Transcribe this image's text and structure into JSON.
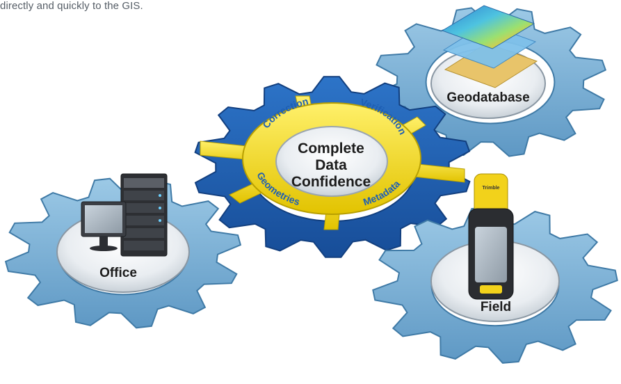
{
  "intro_text": "directly and quickly to the GIS.",
  "center": {
    "title_lines": [
      "Complete",
      "Data",
      "Confidence"
    ],
    "ring_words": {
      "correction": "Correction",
      "verification": "Verification",
      "geometries": "Geometries",
      "metadata": "Metadata"
    }
  },
  "gears": {
    "geodatabase": "Geodatabase",
    "office": "Office",
    "field": "Field"
  },
  "device_brand": "Trimble",
  "colors": {
    "light_gear": "#7cb2d6",
    "light_gear_shadow": "#3f7aa6",
    "dark_gear": "#1f5fb3",
    "yellow_spokes": "#f4dc1e",
    "text": "#1c1c1c",
    "ring_text": "#1e5fb4"
  },
  "icons": [
    "desktop-computer-icon",
    "server-rack-icon",
    "handheld-device-icon",
    "map-layers-icon"
  ]
}
